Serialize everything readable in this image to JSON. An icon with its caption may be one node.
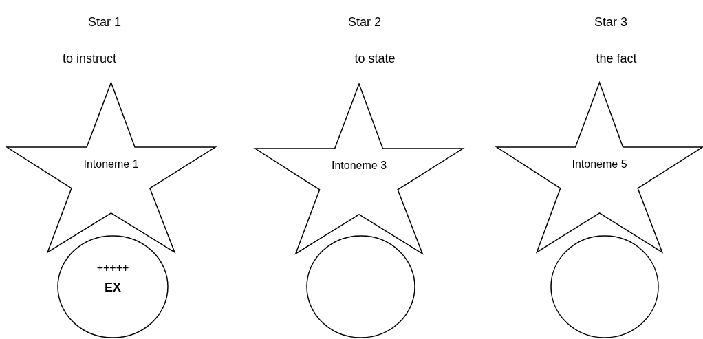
{
  "diagram": {
    "nodes": [
      {
        "text": [
          "Intoneme 1"
        ],
        "beside": [
          "Star 1",
          "to instruct"
        ]
      },
      {
        "text": [
          "Intoneme 3"
        ],
        "beside": [
          "Star 2",
          "to state"
        ]
      },
      {
        "text": [
          "Intoneme 5"
        ],
        "beside": [
          "Star 3",
          "the fact"
        ]
      },
      {
        "text": [
          "+++++",
          "EX"
        ]
      },
      {
        "text": [],
        "shape": "circle"
      },
      {
        "text": [],
        "shape": "circle"
      }
    ]
  }
}
